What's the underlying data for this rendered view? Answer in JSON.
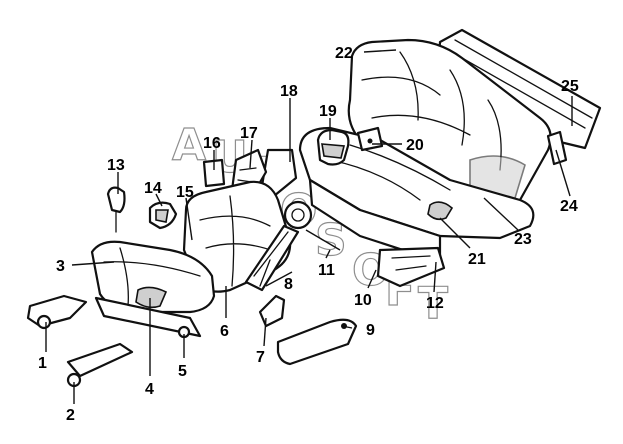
{
  "diagram": {
    "callouts": [
      {
        "id": "c1",
        "label": "1"
      },
      {
        "id": "c2",
        "label": "2"
      },
      {
        "id": "c3",
        "label": "3"
      },
      {
        "id": "c4",
        "label": "4"
      },
      {
        "id": "c5",
        "label": "5"
      },
      {
        "id": "c6",
        "label": "6"
      },
      {
        "id": "c7",
        "label": "7"
      },
      {
        "id": "c8",
        "label": "8"
      },
      {
        "id": "c9",
        "label": "9"
      },
      {
        "id": "c10",
        "label": "10"
      },
      {
        "id": "c11",
        "label": "11"
      },
      {
        "id": "c12",
        "label": "12"
      },
      {
        "id": "c13",
        "label": "13"
      },
      {
        "id": "c14",
        "label": "14"
      },
      {
        "id": "c15",
        "label": "15"
      },
      {
        "id": "c16",
        "label": "16"
      },
      {
        "id": "c17",
        "label": "17"
      },
      {
        "id": "c18",
        "label": "18"
      },
      {
        "id": "c19",
        "label": "19"
      },
      {
        "id": "c20",
        "label": "20"
      },
      {
        "id": "c21",
        "label": "21"
      },
      {
        "id": "c22",
        "label": "22"
      },
      {
        "id": "c23",
        "label": "23"
      },
      {
        "id": "c24",
        "label": "24"
      },
      {
        "id": "c25",
        "label": "25"
      }
    ],
    "watermark": {
      "letters": [
        "A",
        "U",
        "T",
        "O",
        "S",
        "O",
        "F",
        "T"
      ]
    }
  }
}
